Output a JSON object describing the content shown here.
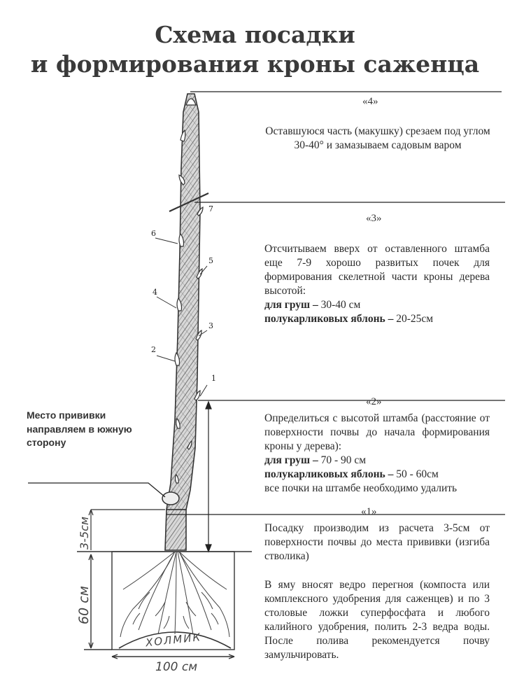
{
  "title": {
    "line1": "Схема посадки",
    "line2": "и формирования кроны саженца"
  },
  "sections": {
    "s4": {
      "label": "«4»",
      "text": "Оставшуюся часть (макушку) срезаем под углом 30-40° и замазываем садовым варом"
    },
    "s3": {
      "label": "«3»",
      "text": "Отсчитываем вверх от оставленного штамба еще 7-9 хорошо развитых почек для формирования скелетной части кроны дерева высотой:",
      "pears_label": "для груш –",
      "pears_value": "30-40 см",
      "apples_label": "полукарликовых яблонь –",
      "apples_value": "20-25см"
    },
    "s2": {
      "label": "«2»",
      "text": "Определиться с высотой штамба (расстояние от поверхности почвы до начала формирования кроны у дерева):",
      "pears_label": "для груш –",
      "pears_value": "70 - 90 см",
      "apples_label": "полукарликовых яблонь –",
      "apples_value": "50 - 60см",
      "note": "все почки на штамбе необходимо удалить"
    },
    "s1": {
      "label": "«1»",
      "text1": "Посадку производим из расчета 3-5см от поверхности почвы до места прививки (изгиба стволика)",
      "text2": "В яму вносят ведро перегноя (компоста или комплексного удобрения для саженцев) и по 3 столовые ложки суперфосфата и любого калийного удобрения, полить 2-3 ведра воды. После полива рекомендуется почву замульчировать."
    }
  },
  "graft_note": "Место прививки направляем в южную сторону",
  "hand_labels": {
    "depth_small": "3-5см",
    "depth_pit": "60 см",
    "width_pit": "100 см",
    "mound": "ХОЛМИК"
  },
  "bud_numbers": [
    "1",
    "2",
    "3",
    "4",
    "5",
    "6",
    "7"
  ]
}
